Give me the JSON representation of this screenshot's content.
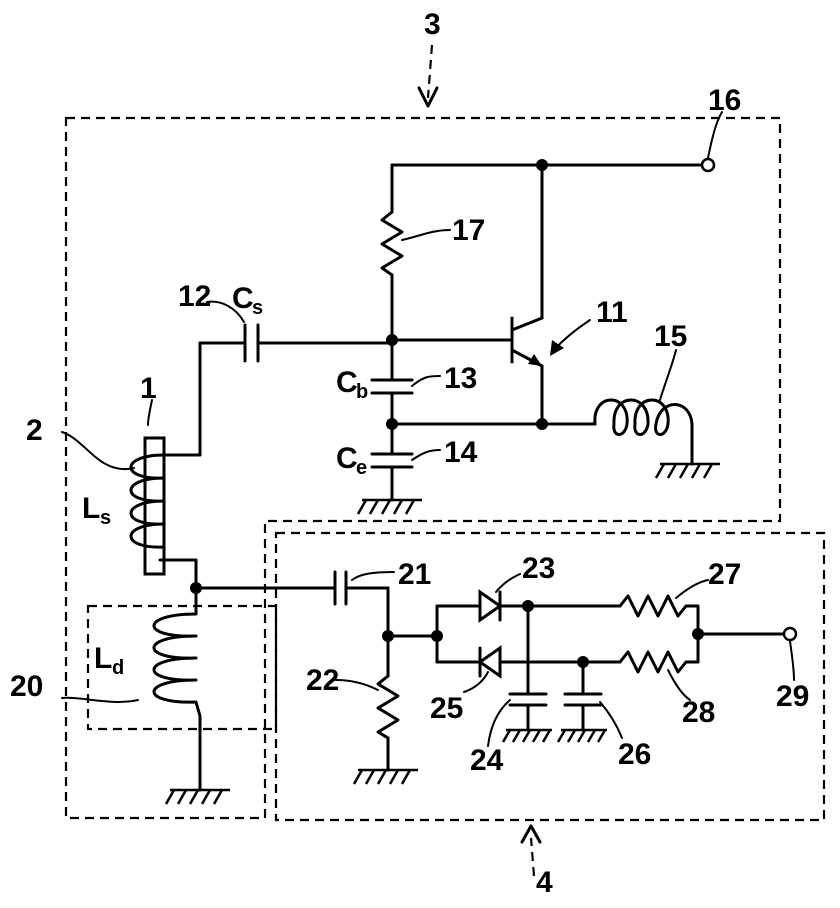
{
  "labels": {
    "n1": "1",
    "n2": "2",
    "n3": "3",
    "n4": "4",
    "n11": "11",
    "n12": "12",
    "n13": "13",
    "n14": "14",
    "n15": "15",
    "n16": "16",
    "n17": "17",
    "n20": "20",
    "n21": "21",
    "n22": "22",
    "n23": "23",
    "n24": "24",
    "n25": "25",
    "n26": "26",
    "n27": "27",
    "n28": "28",
    "n29": "29"
  },
  "component_symbols": {
    "cs_main": "C",
    "cs_sub": "s",
    "cb_main": "C",
    "cb_sub": "b",
    "ce_main": "C",
    "ce_sub": "e",
    "ls_main": "L",
    "ls_sub": "s",
    "ld_main": "L",
    "ld_sub": "d"
  }
}
